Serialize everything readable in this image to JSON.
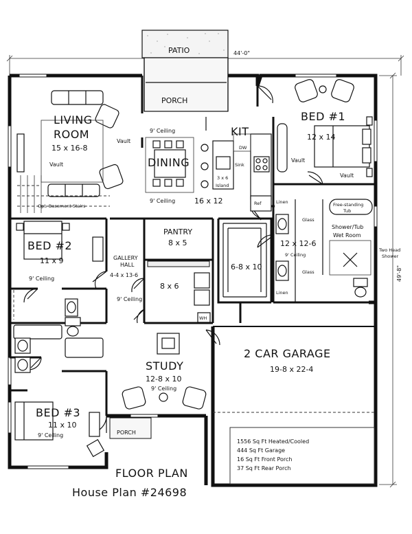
{
  "rooms": {
    "patio": {
      "name": "PATIO"
    },
    "porch_rear": {
      "name": "PORCH"
    },
    "living": {
      "name1": "LIVING",
      "name2": "ROOM",
      "dims": "15 x 16-8",
      "vault1": "Vault",
      "vault2": "Vault",
      "stairs": "Opt. Basement Stairs"
    },
    "dining": {
      "name": "DINING",
      "ceiling_top": "9' Ceiling",
      "ceiling_bottom": "9' Ceiling",
      "dims": "16 x 12"
    },
    "kitchen": {
      "name": "KIT",
      "dw": "DW",
      "sink": "Sink",
      "island1": "3 x 6",
      "island2": "Island",
      "ref": "Ref"
    },
    "bed1": {
      "name": "BED #1",
      "dims": "12 x 14",
      "vault1": "Vault",
      "vault2": "Vault"
    },
    "bath1": {
      "linen_top": "Linen",
      "linen_bottom": "Linen",
      "glass_top": "Glass",
      "glass_bottom": "Glass",
      "tub1": "Free-standing",
      "tub2": "Tub",
      "wet1": "Shower/Tub",
      "wet2": "Wet Room",
      "dims": "12 x 12-6",
      "ceiling": "9' Ceiling",
      "shower1": "Two Head",
      "shower2": "Shower"
    },
    "closet1": {
      "dims": "6-8 x 10"
    },
    "pantry": {
      "name": "PANTRY",
      "dims": "8 x 5"
    },
    "laundry": {
      "dims": "8 x 6",
      "wh": "WH"
    },
    "gallery": {
      "name1": "GALLERY",
      "name2": "HALL",
      "dims": "4-4 x 13-6",
      "ceiling": "9' Ceiling"
    },
    "bed2": {
      "name": "BED #2",
      "dims": "11 x 9",
      "ceiling": "9' Ceiling"
    },
    "bed3": {
      "name": "BED #3",
      "dims": "11 x 10",
      "ceiling": "9' Ceiling"
    },
    "study": {
      "name": "STUDY",
      "dims": "12-8 x 10",
      "ceiling": "9' Ceiling"
    },
    "porch_front": {
      "name": "PORCH"
    },
    "garage": {
      "name": "2 CAR GARAGE",
      "dims": "19-8 x 22-4"
    }
  },
  "dimensions": {
    "width": "44'-0\"",
    "depth": "49'-8\""
  },
  "stats": [
    "1556 Sq Ft Heated/Cooled",
    "444 Sq Ft Garage",
    "16 Sq Ft Front Porch",
    "37 Sq Ft Rear Porch"
  ],
  "footer": {
    "title": "FLOOR PLAN",
    "plan_number": "House Plan #24698"
  }
}
